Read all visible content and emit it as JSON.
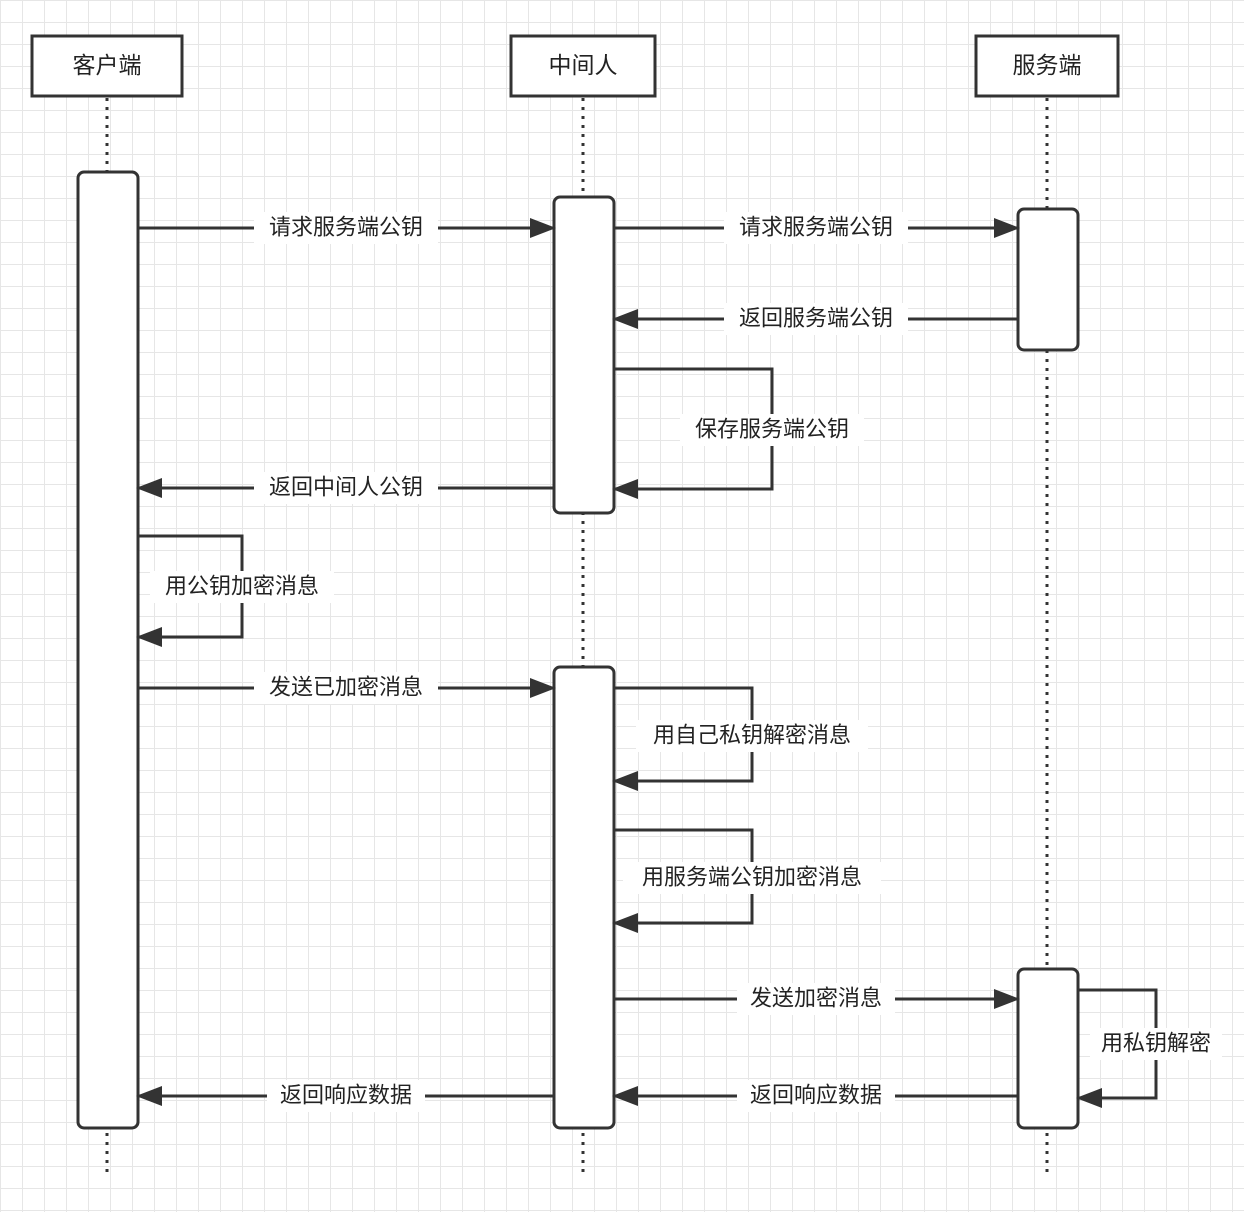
{
  "actors": [
    {
      "id": "client",
      "label": "客户端"
    },
    {
      "id": "mitm",
      "label": "中间人"
    },
    {
      "id": "server",
      "label": "服务端"
    }
  ],
  "messages": [
    {
      "from": "client",
      "to": "mitm",
      "label": "请求服务端公钥"
    },
    {
      "from": "mitm",
      "to": "server",
      "label": "请求服务端公钥"
    },
    {
      "from": "server",
      "to": "mitm",
      "label": "返回服务端公钥"
    },
    {
      "from": "mitm",
      "to": "mitm",
      "label": "保存服务端公钥"
    },
    {
      "from": "mitm",
      "to": "client",
      "label": "返回中间人公钥"
    },
    {
      "from": "client",
      "to": "client",
      "label": "用公钥加密消息"
    },
    {
      "from": "client",
      "to": "mitm",
      "label": "发送已加密消息"
    },
    {
      "from": "mitm",
      "to": "mitm",
      "label": "用自己私钥解密消息"
    },
    {
      "from": "mitm",
      "to": "mitm",
      "label": "用服务端公钥加密消息"
    },
    {
      "from": "mitm",
      "to": "server",
      "label": "发送加密消息"
    },
    {
      "from": "server",
      "to": "server",
      "label": "用私钥解密"
    },
    {
      "from": "server",
      "to": "mitm",
      "label": "返回响应数据"
    },
    {
      "from": "mitm",
      "to": "client",
      "label": "返回响应数据"
    }
  ],
  "colors": {
    "line": "#333333",
    "grid": "#e6e6e6",
    "background": "#ffffff"
  }
}
